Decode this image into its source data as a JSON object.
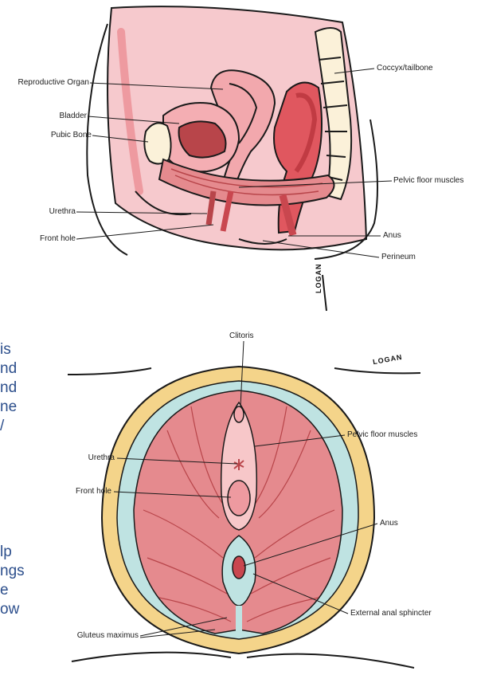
{
  "sagittal": {
    "labels": {
      "reproductive_organ": "Reproductive Organ",
      "bladder": "Bladder",
      "pubic_bone": "Pubic Bone",
      "urethra": "Urethra",
      "front_hole": "Front hole",
      "coccyx": "Coccyx/tailbone",
      "pelvic_floor": "Pelvic floor muscles",
      "anus": "Anus",
      "perineum": "Perineum"
    },
    "signature": "LOGAN"
  },
  "inferior": {
    "labels": {
      "clitoris": "Clitoris",
      "pelvic_floor": "Pelvic floor muscles",
      "urethra": "Urethra",
      "front_hole": "Front hole",
      "anus": "Anus",
      "external_anal_sphincter": "External anal sphincter",
      "gluteus_maximus": "Gluteus maximus"
    },
    "signature": "LOGAN"
  },
  "side_text": [
    "is",
    "nd",
    "nd",
    "ne",
    "/",
    "lp",
    "ngs",
    "e",
    "ow"
  ],
  "colors": {
    "pelvis_fill": "#f6c9cd",
    "muscle": "#e58a8e",
    "organ_dark": "#b8454a",
    "bone": "#fbf1d9",
    "fat_yellow": "#f4d48a",
    "fascia_blue": "#bfe3e2",
    "side_text": "#2d4f8c"
  }
}
